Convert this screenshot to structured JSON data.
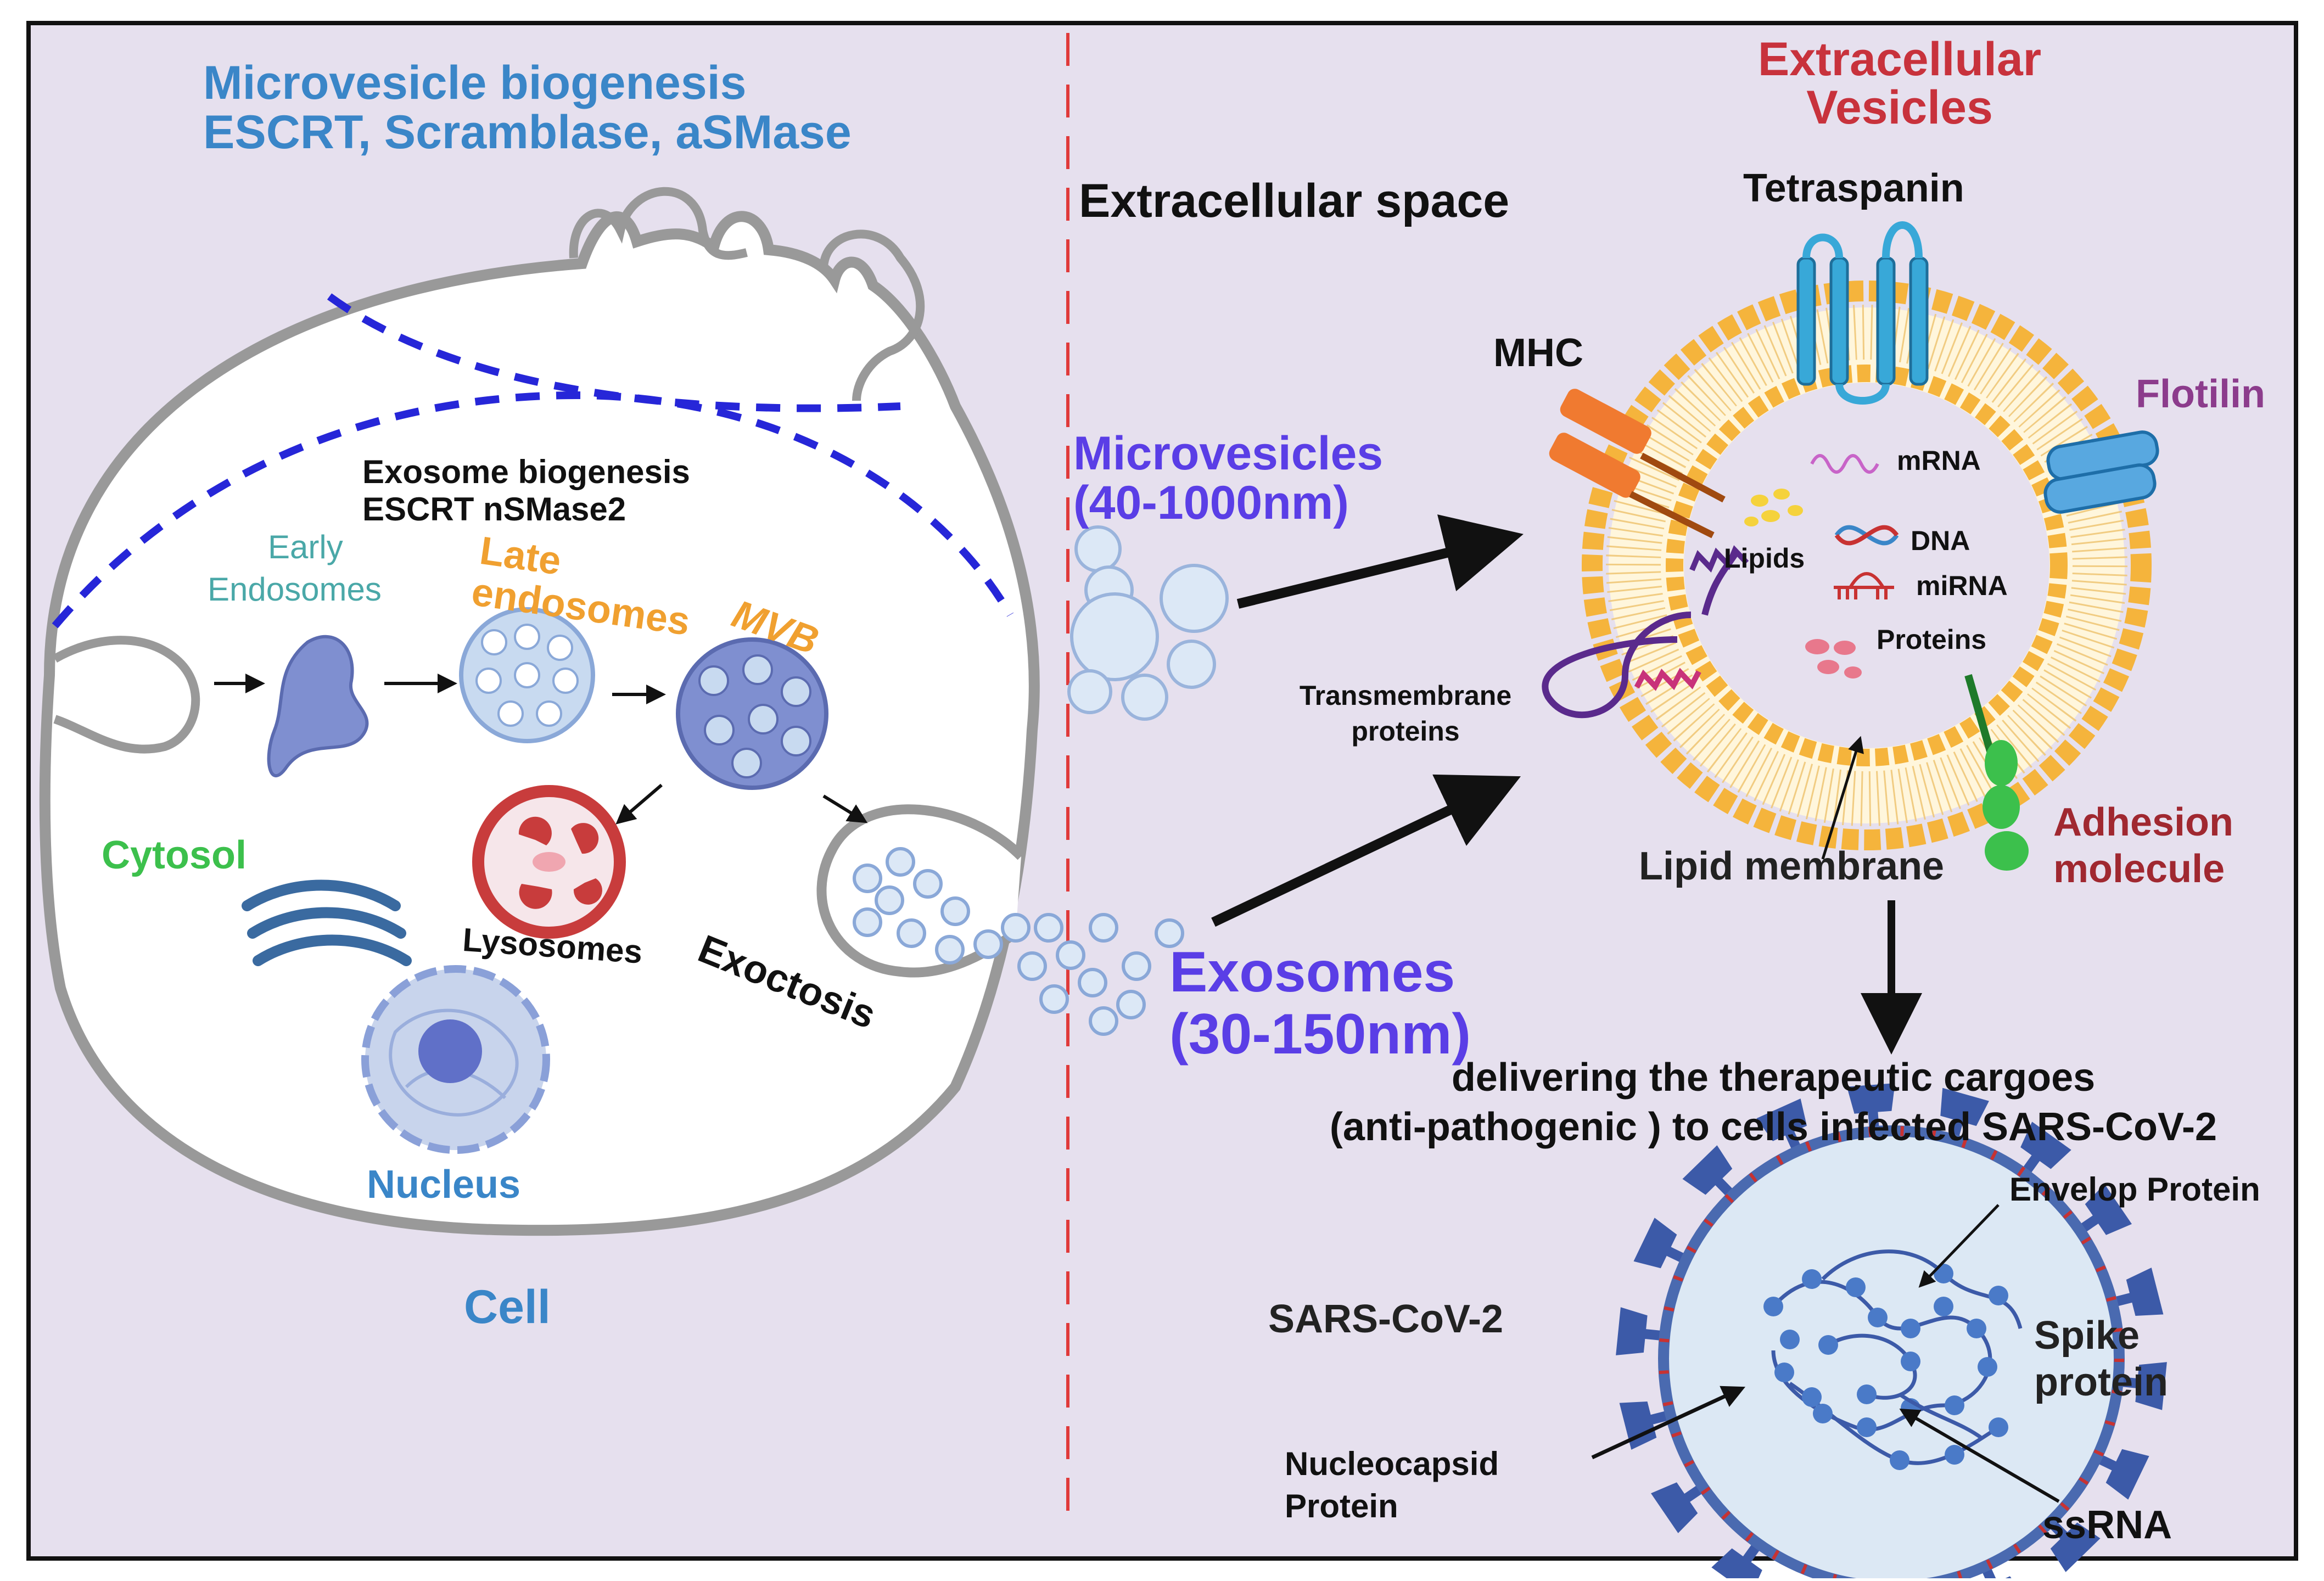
{
  "left": {
    "microvesicle_title": "Microvesicle biogenesis",
    "microvesicle_subtitle": "ESCRT, Scramblase, aSMase",
    "exosome_title": "Exosome biogenesis",
    "exosome_subtitle": "ESCRT nSMase2",
    "early_1": "Early",
    "early_2": "Endosomes",
    "late_1": "Late",
    "late_2": "endosomes",
    "mvb": "MVB",
    "cytosol": "Cytosol",
    "lysosomes": "Lysosomes",
    "exoctosis": "Exoctosis",
    "nucleus": "Nucleus",
    "cell": "Cell"
  },
  "middle": {
    "extracellular_space": "Extracellular space",
    "microvesicles_1": "Microvesicles",
    "microvesicles_2": "(40-1000nm)",
    "exosomes_1": "Exosomes",
    "exosomes_2": "(30-150nm)"
  },
  "ev": {
    "title_1": "Extracellular",
    "title_2": "Vesicles",
    "tetraspanin": "Tetraspanin",
    "mhc": "MHC",
    "flotilin": "Flotilin",
    "mrna": "mRNA",
    "dna": "DNA",
    "lipids": "Lipids",
    "mirna": "miRNA",
    "proteins": "Proteins",
    "transmembrane_1": "Transmembrane",
    "transmembrane_2": "proteins",
    "lipid_membrane": "Lipid membrane",
    "adhesion_1": "Adhesion",
    "adhesion_2": "molecule"
  },
  "delivery": {
    "line_1": "delivering  the therapeutic cargoes",
    "line_2": "(anti-pathogenic ) to  cells infected SARS-CoV-2"
  },
  "virus": {
    "name": "SARS-CoV-2",
    "envelop": "Envelop Protein",
    "spike_1": "Spike",
    "spike_2": "protein",
    "nucleocapsid_1": "Nucleocapsid",
    "nucleocapsid_2": "Protein",
    "ssrna": "ssRNA"
  },
  "colors": {
    "background": "#e6e0ee",
    "frame": "#111111",
    "title_blue": "#3a86c8",
    "teal": "#4aa8a8",
    "orange": "#f0a030",
    "green": "#3cc04c",
    "violet": "#5a3ee6",
    "red": "#c8323c",
    "maroon": "#a02830",
    "purple": "#8c3c8c",
    "dash_blue": "#2626d8",
    "organelle": "#8494d0",
    "vesicle": "#c8daf0",
    "lipid": "#f5b43c",
    "tetraspanin": "#38a8d8",
    "mhc": "#f07a30",
    "virus": "#3c5aa8"
  }
}
